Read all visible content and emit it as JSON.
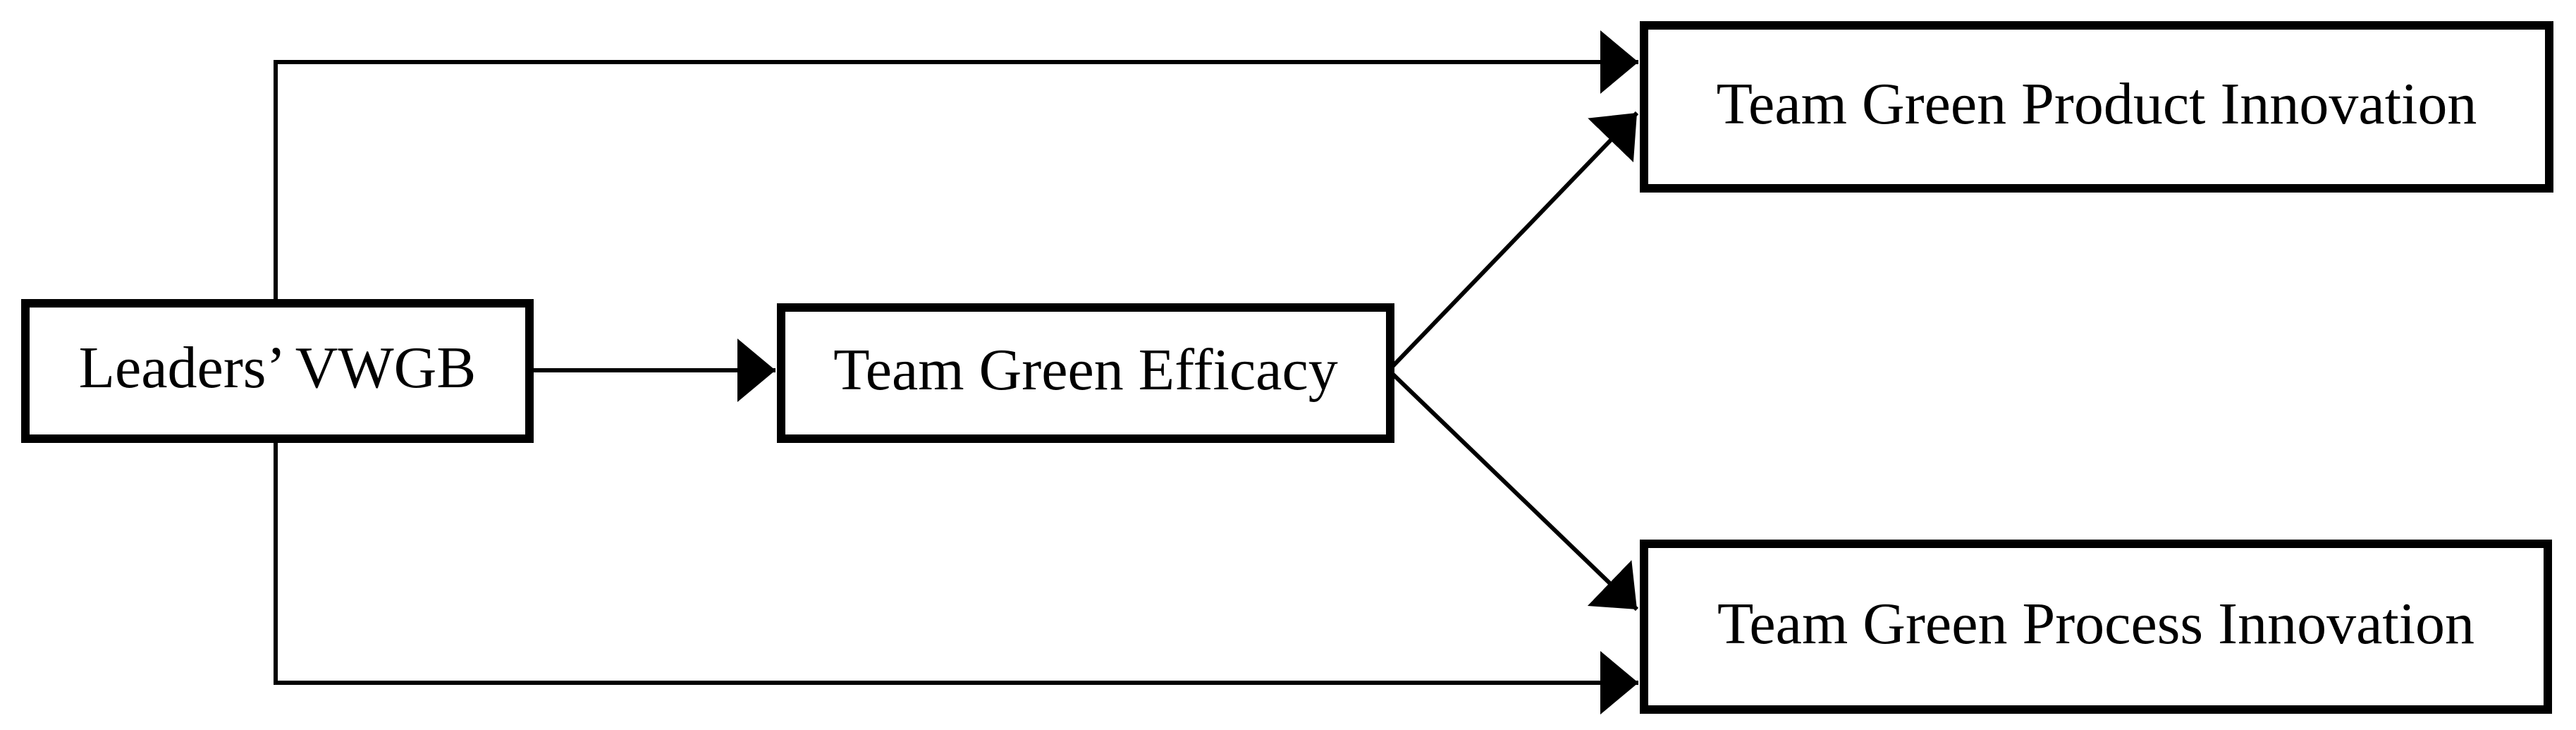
{
  "diagram": {
    "type": "path-model",
    "background": "#ffffff",
    "nodes": {
      "leaders_vwgb": {
        "label": "Leaders’ VWGB"
      },
      "team_green_efficacy": {
        "label": "Team Green Efficacy"
      },
      "team_green_product_innovation": {
        "label": "Team Green Product Innovation"
      },
      "team_green_process_innovation": {
        "label": "Team Green Process Innovation"
      }
    },
    "edges": [
      {
        "from": "Leaders’ VWGB",
        "to": "Team Green Product Innovation",
        "style": "elbow-top",
        "arrow": "filled-triangle"
      },
      {
        "from": "Leaders’ VWGB",
        "to": "Team Green Efficacy",
        "style": "straight",
        "arrow": "filled-triangle"
      },
      {
        "from": "Leaders’ VWGB",
        "to": "Team Green Process Innovation",
        "style": "elbow-bottom",
        "arrow": "filled-triangle"
      },
      {
        "from": "Team Green Efficacy",
        "to": "Team Green Product Innovation",
        "style": "diagonal-up",
        "arrow": "filled-triangle"
      },
      {
        "from": "Team Green Efficacy",
        "to": "Team Green Process Innovation",
        "style": "diagonal-down",
        "arrow": "filled-triangle"
      }
    ],
    "colors": {
      "line": "#000000",
      "box_border": "#000000",
      "box_fill": "#ffffff",
      "text": "#000000",
      "background": "#ffffff"
    }
  }
}
